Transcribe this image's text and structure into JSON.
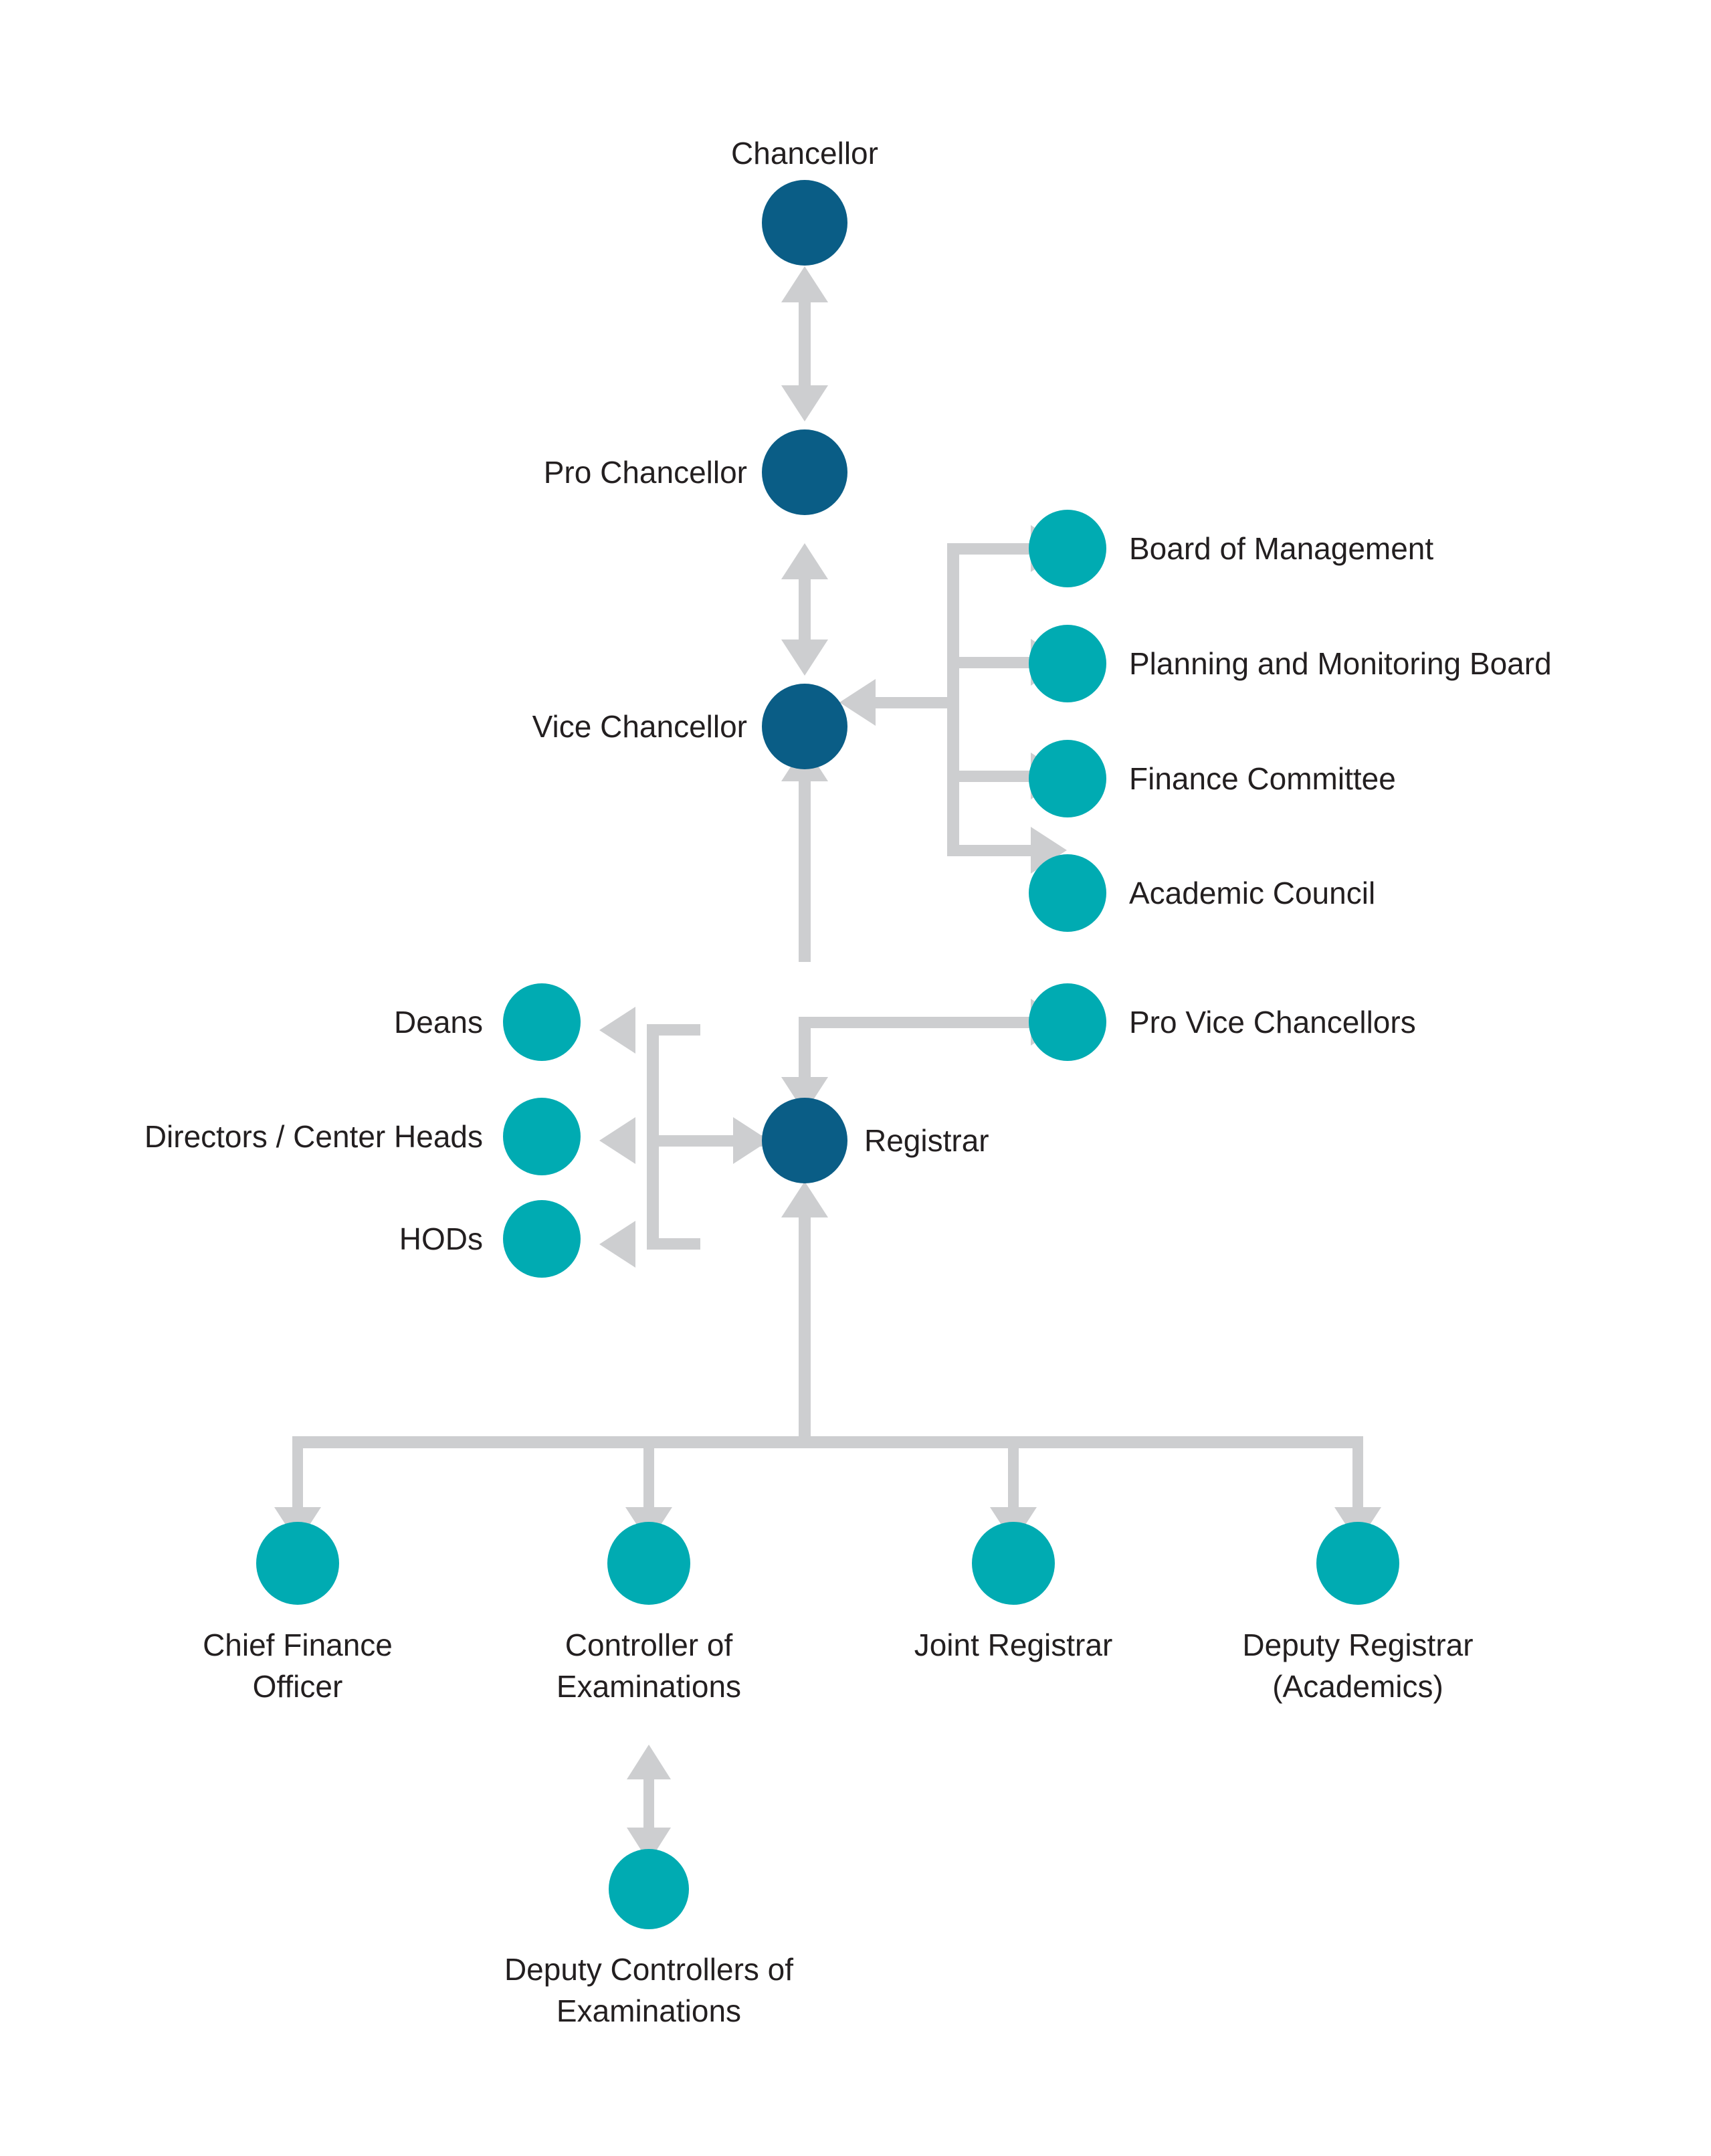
{
  "diagram": {
    "title": "University Organizational Hierarchy Chart",
    "type": "org-chart",
    "background": "#ffffff",
    "colors": {
      "primary_node": "#0a5d86",
      "secondary_node": "#00abb2",
      "connector": "#cdced0",
      "text": "#231f20"
    },
    "nodes": {
      "chancellor": {
        "label": "Chancellor",
        "color": "#0a5d86",
        "label_position": "above"
      },
      "pro_chancellor": {
        "label": "Pro Chancellor",
        "color": "#0a5d86",
        "label_position": "left"
      },
      "vice_chancellor": {
        "label": "Vice Chancellor",
        "color": "#0a5d86",
        "label_position": "left"
      },
      "registrar": {
        "label": "Registrar",
        "color": "#0a5d86",
        "label_position": "right"
      },
      "board_of_management": {
        "label": "Board of Management",
        "color": "#00abb2",
        "label_position": "right"
      },
      "planning_monitoring_board": {
        "label": "Planning and  Monitoring Board",
        "color": "#00abb2",
        "label_position": "right"
      },
      "finance_committee": {
        "label": "Finance Committee",
        "color": "#00abb2",
        "label_position": "right"
      },
      "academic_council": {
        "label": "Academic Council",
        "color": "#00abb2",
        "label_position": "right"
      },
      "pro_vice_chancellors": {
        "label": "Pro Vice Chancellors",
        "color": "#00abb2",
        "label_position": "right"
      },
      "deans": {
        "label": "Deans",
        "color": "#00abb2",
        "label_position": "left"
      },
      "directors_center_heads": {
        "label": "Directors / Center Heads",
        "color": "#00abb2",
        "label_position": "left"
      },
      "hods": {
        "label": "HODs",
        "color": "#00abb2",
        "label_position": "left"
      },
      "chief_finance_officer": {
        "label_line1": "Chief Finance",
        "label_line2": "Officer",
        "color": "#00abb2",
        "label_position": "below"
      },
      "controller_of_examinations": {
        "label_line1": "Controller of",
        "label_line2": "Examinations",
        "color": "#00abb2",
        "label_position": "below"
      },
      "joint_registrar": {
        "label_line1": "Joint Registrar",
        "label_line2": "",
        "color": "#00abb2",
        "label_position": "below"
      },
      "deputy_registrar_academics": {
        "label_line1": "Deputy Registrar",
        "label_line2": "(Academics)",
        "color": "#00abb2",
        "label_position": "below"
      },
      "deputy_controllers_of_examinations": {
        "label_line1": "Deputy Controllers of",
        "label_line2": "Examinations",
        "color": "#00abb2",
        "label_position": "below"
      }
    },
    "edges": [
      {
        "from": "pro_chancellor",
        "to": "chancellor",
        "style": "double-arrow-vertical"
      },
      {
        "from": "vice_chancellor",
        "to": "pro_chancellor",
        "style": "double-arrow-vertical"
      },
      {
        "from": "committees-bus",
        "to": "vice_chancellor",
        "style": "arrow-left"
      },
      {
        "from": "committees-bus",
        "to": "board_of_management",
        "style": "arrow-right"
      },
      {
        "from": "committees-bus",
        "to": "planning_monitoring_board",
        "style": "arrow-right"
      },
      {
        "from": "committees-bus",
        "to": "finance_committee",
        "style": "arrow-right"
      },
      {
        "from": "committees-bus",
        "to": "academic_council",
        "style": "arrow-right"
      },
      {
        "from": "vice_chancellor",
        "to": "pro_vice_chancellors",
        "style": "arrow-right"
      },
      {
        "from": "vice_chancellor",
        "to": "registrar",
        "style": "arrow-down"
      },
      {
        "from": "registrar",
        "to": "vice_chancellor",
        "style": "arrow-up"
      },
      {
        "from": "registrar",
        "to": "deans",
        "style": "arrow-left"
      },
      {
        "from": "registrar",
        "to": "directors_center_heads",
        "style": "arrow-left"
      },
      {
        "from": "registrar",
        "to": "hods",
        "style": "arrow-left"
      },
      {
        "from": "registrar",
        "to": "chief_finance_officer",
        "style": "arrow-down"
      },
      {
        "from": "registrar",
        "to": "controller_of_examinations",
        "style": "arrow-down"
      },
      {
        "from": "registrar",
        "to": "joint_registrar",
        "style": "arrow-down"
      },
      {
        "from": "registrar",
        "to": "deputy_registrar_academics",
        "style": "arrow-down"
      },
      {
        "from": "deputy_controllers_of_examinations",
        "to": "controller_of_examinations",
        "style": "double-arrow-vertical"
      }
    ]
  }
}
